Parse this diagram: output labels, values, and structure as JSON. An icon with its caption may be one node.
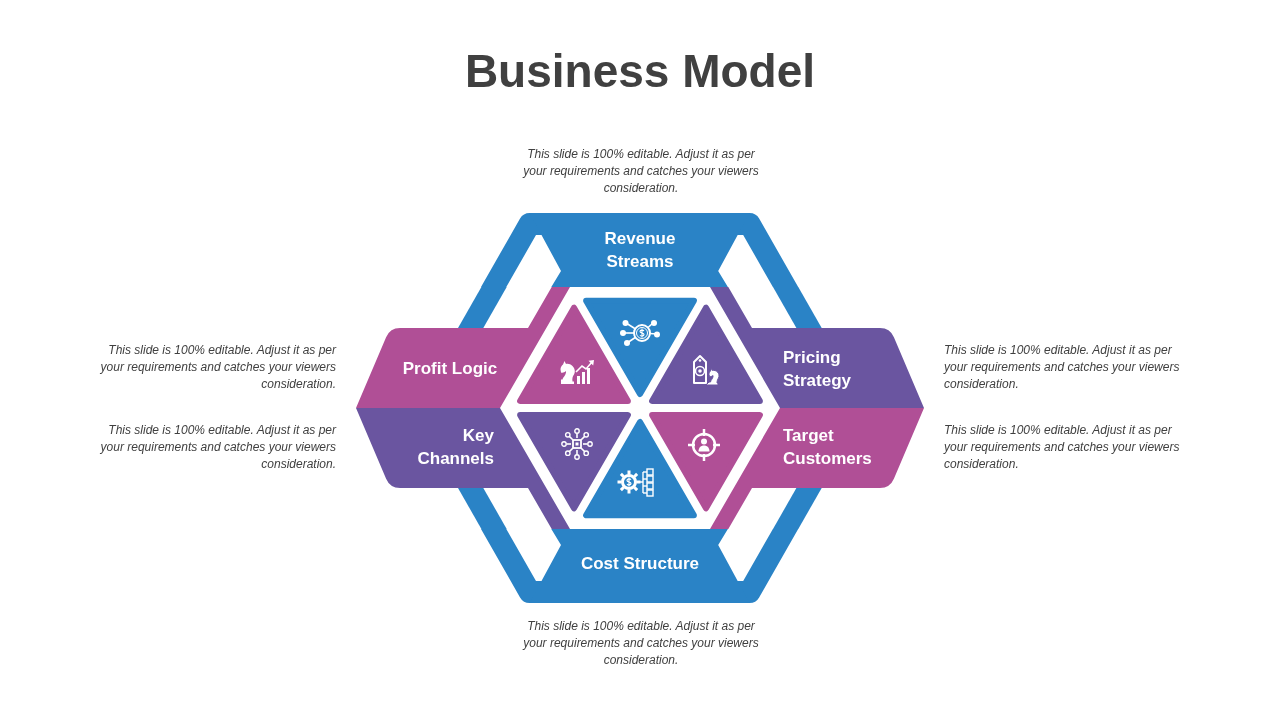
{
  "diagram": {
    "title": "Business Model",
    "nodes": [
      {
        "text": [
          "Revenue Streams"
        ],
        "beside": [
          "This slide is 100% editable. Adjust it as per your requirements and catches your viewers consideration."
        ]
      },
      {
        "text": [
          "Profit Logic"
        ],
        "beside": [
          "This slide is 100% editable. Adjust it as per your requirements and catches your viewers consideration."
        ]
      },
      {
        "text": [
          "Pricing Strategy"
        ],
        "beside": [
          "This slide is 100% editable. Adjust it as per your requirements and catches your viewers consideration."
        ]
      },
      {
        "text": [
          "Key Channels"
        ],
        "beside": [
          "This slide is 100% editable. Adjust it as per your requirements and catches your viewers consideration."
        ]
      },
      {
        "text": [
          "Target Customers"
        ],
        "beside": [
          "This slide is 100% editable. Adjust it as per your requirements and catches your viewers consideration."
        ]
      },
      {
        "text": [
          "Cost Structure"
        ],
        "beside": [
          "This slide is 100% editable. Adjust it as per your requirements and catches your viewers consideration."
        ]
      }
    ]
  }
}
